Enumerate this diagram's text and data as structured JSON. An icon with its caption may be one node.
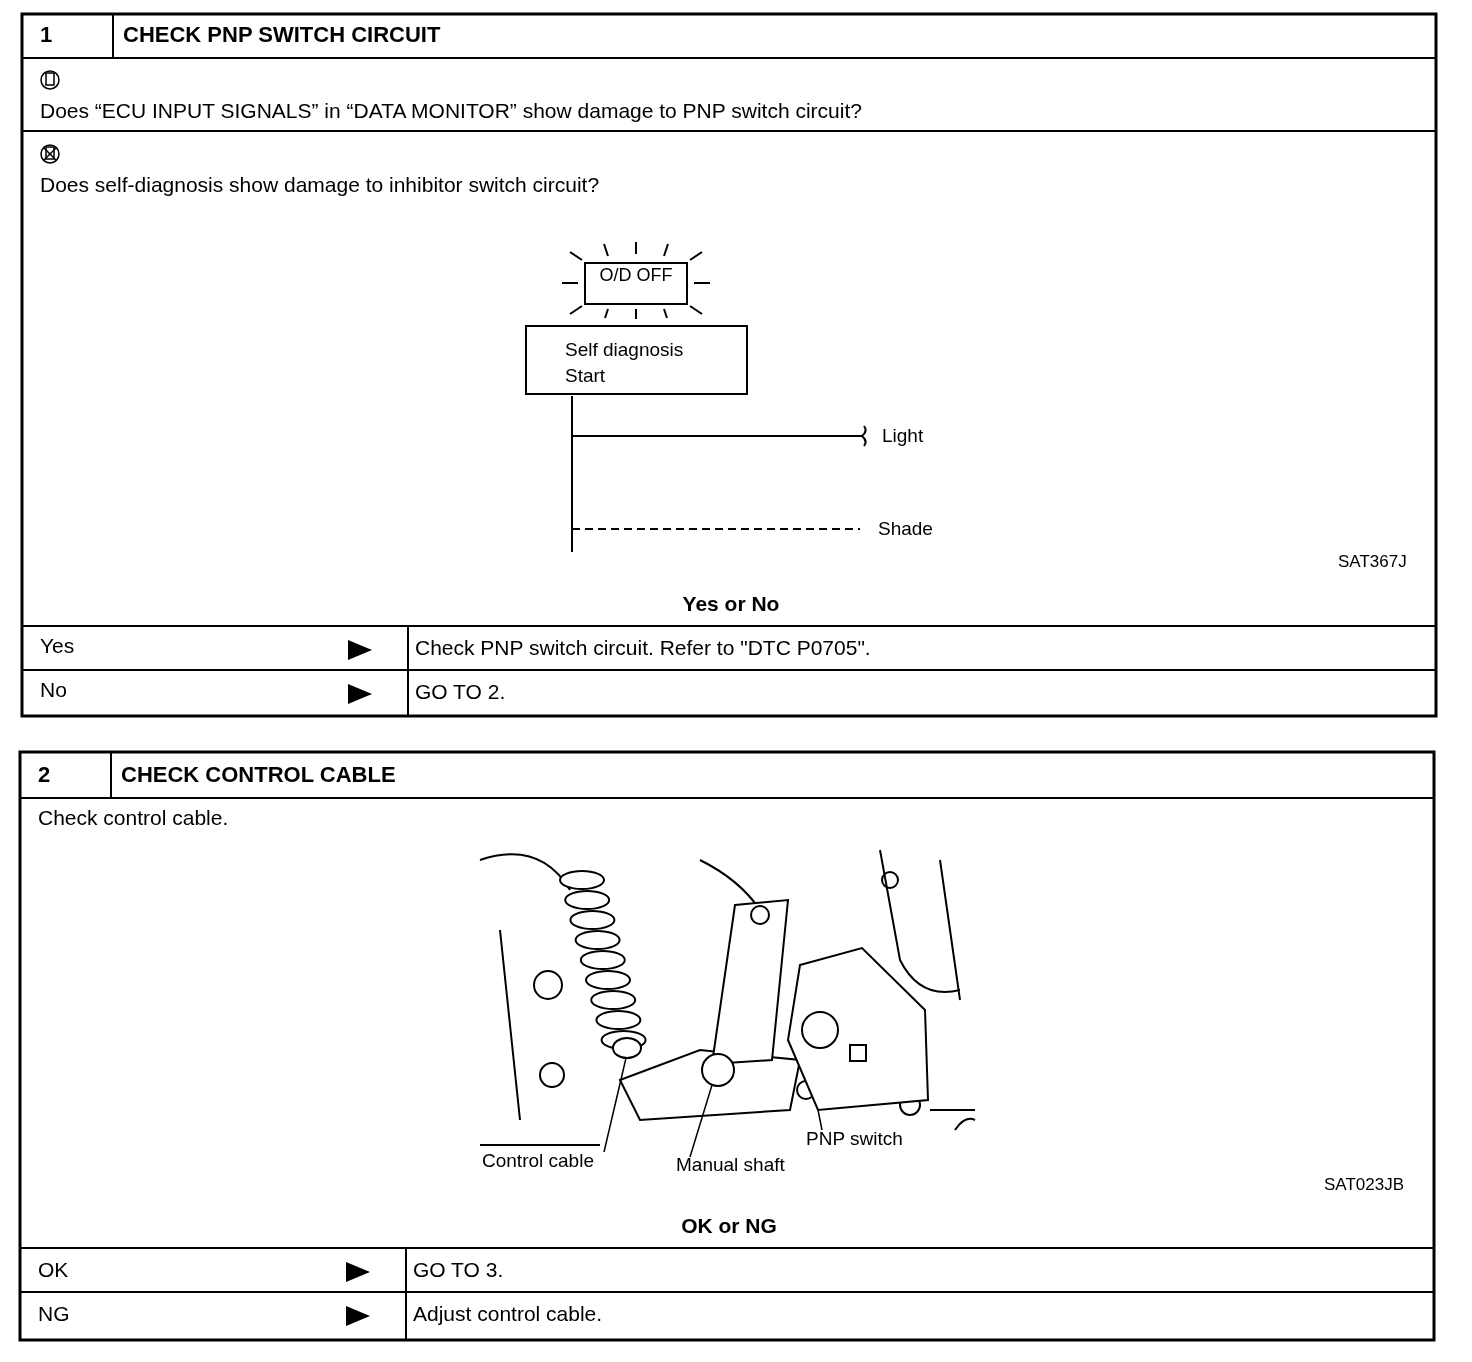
{
  "diagram": {
    "nodes": [
      {
        "text": [
          "O/D OFF"
        ]
      },
      {
        "text": [
          "Self diagnosis Start"
        ]
      },
      {
        "text": [
          "Control cable"
        ]
      },
      {
        "text": [
          "Manual shaft"
        ]
      },
      {
        "text": [
          "PNP switch"
        ]
      },
      {
        "text": [],
        "shape": "picture"
      },
      {
        "text": [],
        "shape": "picture"
      },
      {
        "text": [],
        "shape": "picture"
      }
    ],
    "edges": [
      {
        "from": 2,
        "to": 5,
        "arrow": "none"
      },
      {
        "from": 3,
        "to": 6,
        "arrow": "none"
      },
      {
        "from": 4,
        "to": 7,
        "arrow": "none"
      }
    ],
    "labels": [
      "1",
      "CHECK PNP SWITCH CIRCUIT",
      "Does “ECU INPUT SIGNALS” in “DATA MONITOR” show damage to PNP switch circuit?",
      "Does self-diagnosis show damage to inhibitor switch circuit?",
      "Light",
      "Shade",
      "SAT367J",
      "Yes or No",
      "Yes",
      "Check PNP switch circuit. Refer to \"DTC P0705\".",
      "No",
      "GO TO 2.",
      "2",
      "CHECK CONTROL CABLE",
      "Check control cable.",
      "SAT023JB",
      "OK or NG",
      "OK",
      "GO TO 3.",
      "NG",
      "Adjust control cable."
    ]
  }
}
